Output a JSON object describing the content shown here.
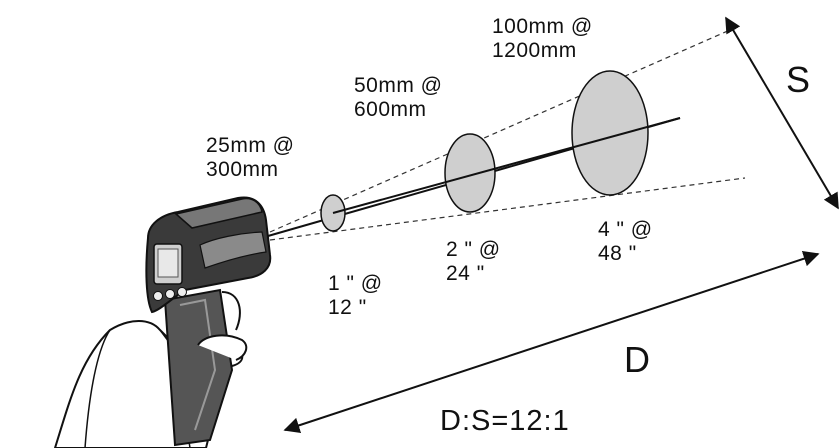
{
  "diagram": {
    "spot_labels": [
      {
        "metric": [
          "25mm @",
          "300mm"
        ],
        "imperial": [
          "1 \" @",
          "12 \""
        ]
      },
      {
        "metric": [
          "50mm @",
          "600mm"
        ],
        "imperial": [
          "2 \" @",
          "24 \""
        ]
      },
      {
        "metric": [
          "100mm @",
          "1200mm"
        ],
        "imperial": [
          "4 \" @",
          "48 \""
        ]
      }
    ],
    "spot_size_label": "S",
    "distance_label": "D",
    "ratio_label": "D:S=12:1",
    "colors": {
      "spot_fill": "#cfcfcf",
      "ink": "#111111",
      "device_body": "#3a3a3a"
    }
  }
}
